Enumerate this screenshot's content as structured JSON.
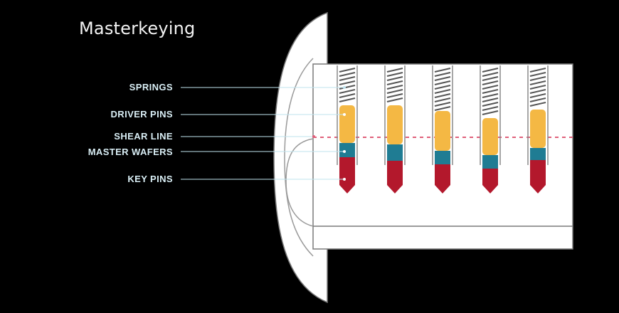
{
  "title": "Masterkeying",
  "labels": {
    "springs": "SPRINGS",
    "driver_pins": "DRIVER PINS",
    "shear_line": "SHEAR LINE",
    "master_wafers": "MASTER WAFERS",
    "key_pins": "KEY PINS"
  },
  "colors": {
    "background": "#000000",
    "lock_body": "#ffffff",
    "outline": "#7a7a7a",
    "driver_pin": "#f4b844",
    "master_wafer": "#1f7c93",
    "key_pin": "#b3182c",
    "shear_line": "#e0607a",
    "leader_line": "#bfe3ee"
  },
  "pins": [
    {
      "driver": "long",
      "wafer": "short",
      "key": "long"
    },
    {
      "driver": "long",
      "wafer": "medium",
      "key": "medium"
    },
    {
      "driver": "long",
      "wafer": "short",
      "key": "medium"
    },
    {
      "driver": "long",
      "wafer": "short",
      "key": "short"
    },
    {
      "driver": "long",
      "wafer": "short",
      "key": "medium"
    }
  ]
}
